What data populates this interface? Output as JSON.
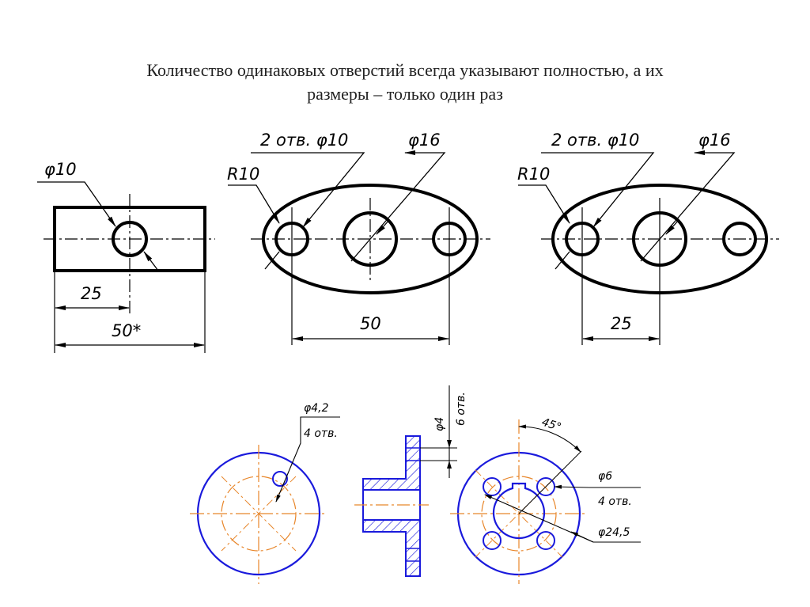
{
  "title": {
    "line1": "Количество одинаковых отверстий всегда указывают полностью, а их",
    "line2": "размеры – только один раз"
  },
  "drawing1": {
    "hole_label": "φ10",
    "dim_short": "25",
    "dim_long": "50*"
  },
  "drawing2": {
    "radius_label": "R10",
    "holes_label": "2 отв. φ10",
    "center_hole_label": "φ16",
    "dim_bottom": "50"
  },
  "drawing3": {
    "radius_label": "R10",
    "holes_label": "2 отв. φ10",
    "center_hole_label": "φ16",
    "dim_bottom": "25"
  },
  "drawing4": {
    "hole_dia_label": "φ4,2",
    "hole_count_label": "4 отв."
  },
  "drawing5": {
    "hole_dia_label": "φ4",
    "hole_count_label": "6 отв."
  },
  "drawing6": {
    "angle_label": "45°",
    "hole_dia_label": "φ6",
    "hole_count_label": "4 отв.",
    "circle_dia_label": "φ24,5"
  },
  "colors": {
    "outline": "#000000",
    "blue_outline": "#1a1adc",
    "center_line": "#e8862a"
  }
}
